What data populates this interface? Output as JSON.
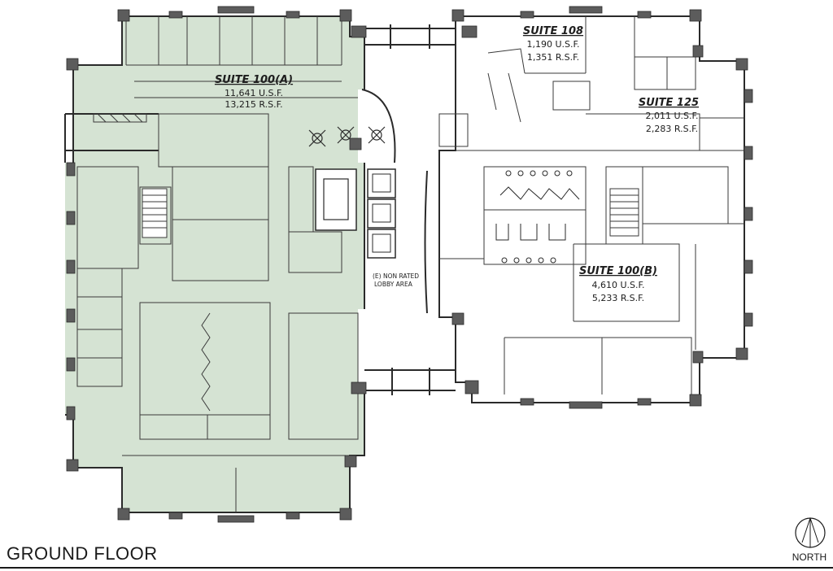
{
  "sheet": {
    "title": "GROUND FLOOR",
    "north_label": "NORTH"
  },
  "suites": [
    {
      "name": "SUITE 100(A)",
      "usf": "11,641 U.S.F.",
      "rsf": "13,215 R.S.F."
    },
    {
      "name": "SUITE 108",
      "usf": "1,190 U.S.F.",
      "rsf": "1,351 R.S.F."
    },
    {
      "name": "SUITE 125",
      "usf": "2,011 U.S.F.",
      "rsf": "2,283 R.S.F."
    },
    {
      "name": "SUITE 100(B)",
      "usf": "4,610 U.S.F.",
      "rsf": "5,233 R.S.F."
    }
  ],
  "notes": {
    "lobby_line1": "(E) NON RATED",
    "lobby_line2": "LOBBY AREA"
  },
  "colors": {
    "leased_space": "#d5e3d3",
    "walls": "#2a2a2a",
    "columns": "#5c5c5c"
  }
}
